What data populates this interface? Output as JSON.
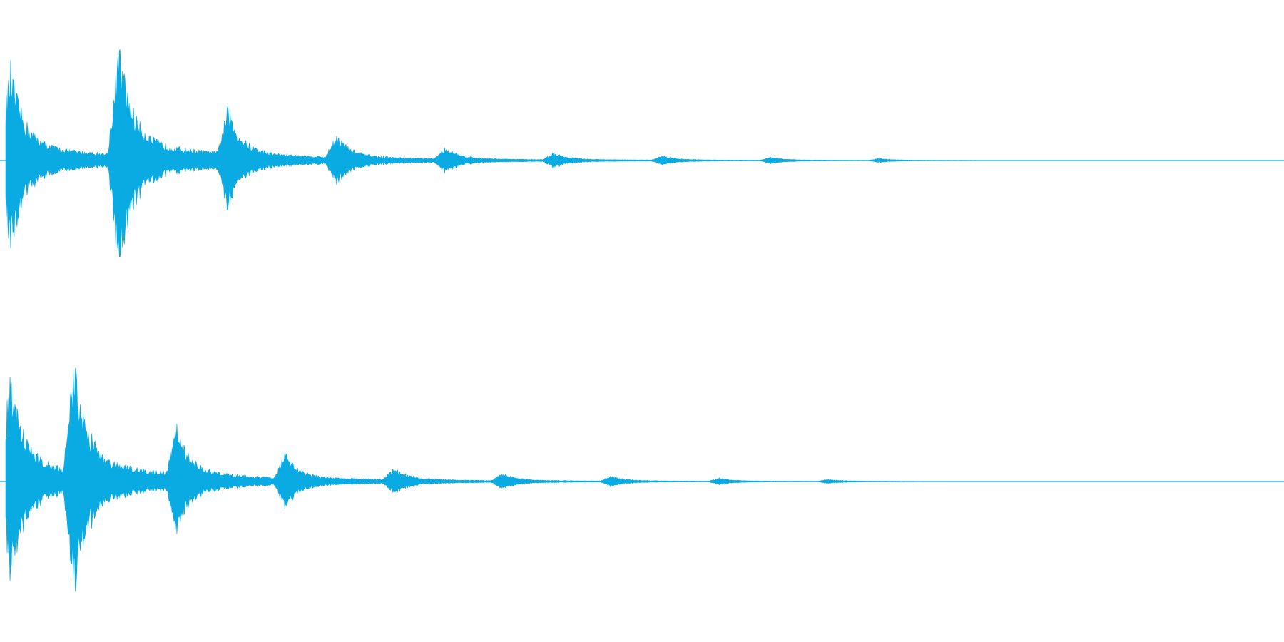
{
  "waveform": {
    "color": "#0aaae2",
    "background": "#ffffff",
    "channels": [
      {
        "name": "",
        "onsets": [
          0.0,
          0.085,
          0.17,
          0.255,
          0.34,
          0.425,
          0.51,
          0.595,
          0.68
        ],
        "peaks": [
          0.82,
          1.0,
          0.46,
          0.24,
          0.12,
          0.07,
          0.045,
          0.03,
          0.02
        ]
      },
      {
        "name": "",
        "onsets": [
          0.0,
          0.05,
          0.13,
          0.215,
          0.3,
          0.385,
          0.47,
          0.555,
          0.64
        ],
        "peaks": [
          0.88,
          1.0,
          0.47,
          0.24,
          0.12,
          0.07,
          0.045,
          0.03,
          0.02
        ]
      }
    ]
  }
}
